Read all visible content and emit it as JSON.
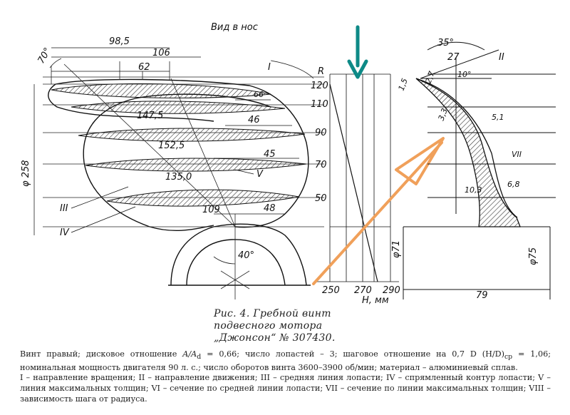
{
  "header_label": "Вид в нос",
  "dimensions": {
    "d98_5": "98,5",
    "d106": "106",
    "d62": "62",
    "d66": "66",
    "d147_5": "147,5",
    "d46": "46",
    "d152_5": "152,5",
    "d45": "45",
    "d135_0": "135,0",
    "d109": "109",
    "d48": "48",
    "angle70": "70°",
    "angle40": "40°",
    "dia258": "φ 258",
    "dia71": "φ71",
    "dia75": "φ75",
    "d79": "79",
    "angle35": "35°",
    "d27": "27",
    "angle10": "10°",
    "d1_5": "1,5",
    "d2_7": "2,7",
    "d3_3": "3,3",
    "d5_1": "5,1",
    "d10_3": "10,3",
    "d6_8": "6,8"
  },
  "roman_labels": {
    "I": "I",
    "II": "II",
    "III": "III",
    "IV": "IV",
    "V": "V",
    "VII": "VII"
  },
  "pitch_chart": {
    "y_axis_label": "R",
    "radii": [
      "120",
      "110",
      "90",
      "70",
      "50"
    ],
    "x_ticks": [
      "250",
      "270",
      "290"
    ],
    "x_unit": "H, мм"
  },
  "annotations": {
    "teal_arrow_color": "#0e8a87",
    "orange_arrow_color": "#f0a05a"
  },
  "caption": {
    "line1": "Рис. 4. Гребной винт",
    "line2": "подвесного мотора",
    "line3": "„Джонсон“ № 307430."
  },
  "description": {
    "p1_pre": "Винт правый; дисковое отношение ",
    "p1_ratio": "A/A",
    "p1_sub": "d",
    "p1_post": " = 0,66; число лопастей – 3; шаговое отношение на 0,7 D (H/D)",
    "p1_sub2": "ср",
    "p1_end": " = 1,06; номинальная мощность двигателя 90 л. с.; число оборотов винта 3600–3900 об/мин; материал – алюминиевый сплав.",
    "p2": "I – направление вращения; II – направление движения; III – средняя линия лопасти; IV – спрямленный контур лопасти; V – линия максимальных толщин; VI – сечение по средней линии лопасти; VII – сечение по линии максимальных толщин; VIII – зависимость шага от радиуса."
  }
}
